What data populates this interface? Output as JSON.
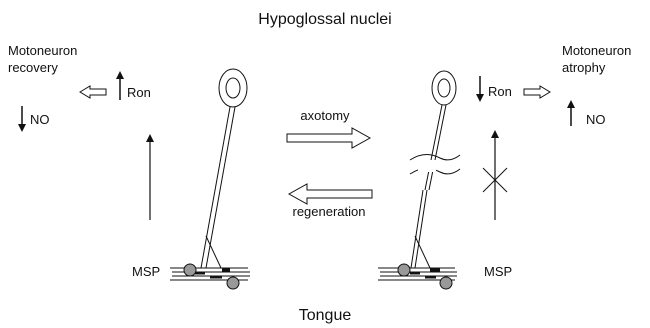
{
  "title": "Hypoglossal nuclei",
  "bottom_label": "Tongue",
  "left": {
    "heading_line1": "Motoneuron",
    "heading_line2": "recovery",
    "ron_label": "Ron",
    "no_label": "NO",
    "msp_label": "MSP"
  },
  "right": {
    "heading_line1": "Motoneuron",
    "heading_line2": "atrophy",
    "ron_label": "Ron",
    "no_label": "NO",
    "msp_label": "MSP"
  },
  "center": {
    "axotomy_label": "axotomy",
    "regeneration_label": "regeneration"
  }
}
